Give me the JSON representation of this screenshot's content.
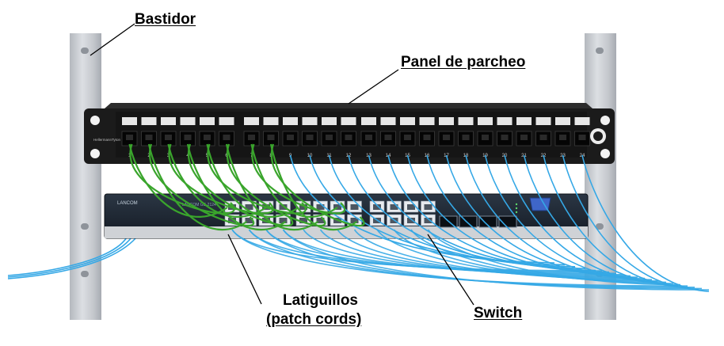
{
  "labels": {
    "rack": "Bastidor",
    "patch_panel": "Panel de parcheo",
    "patch_cords_line1": "Latiguillos",
    "patch_cords_line2": "(patch cords)",
    "switch": "Switch"
  },
  "patch_panel": {
    "brand": "HellermannTyton",
    "port_numbers": [
      "1",
      "2",
      "3",
      "4",
      "5",
      "6",
      "7",
      "8",
      "9",
      "10",
      "11",
      "12",
      "13",
      "14",
      "15",
      "16",
      "17",
      "18",
      "19",
      "20",
      "21",
      "22",
      "23",
      "24"
    ]
  },
  "switch_device": {
    "brand": "LANCOM",
    "model": "LANCOM GS-2124"
  },
  "colors": {
    "patch_cord": "#3aa52c",
    "uplink_cable": "#35a8e6",
    "rack_post": "#c8cbd0",
    "panel_body": "#1b1b1b",
    "switch_body": "#1d2733"
  }
}
